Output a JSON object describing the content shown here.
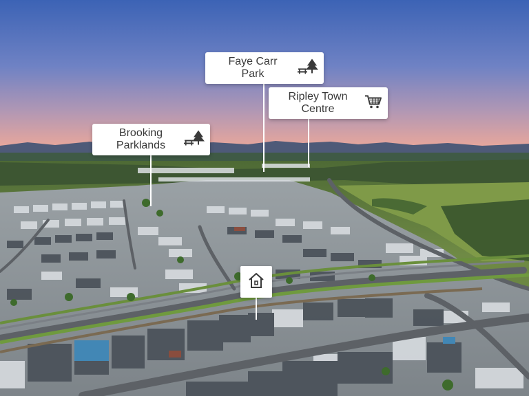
{
  "photo": {
    "colors": {
      "sky_top": "#3c63b5",
      "sky_mid": "#8a8fbe",
      "sky_horizon": "#e3a49c",
      "hills": "#4d5a78",
      "grass": "#6f8f3c",
      "road": "#5b5e63",
      "roof_dark": "#4a5058",
      "roof_light": "#d9dcdf"
    }
  },
  "labels": {
    "faye_carr": {
      "line1": "Faye Carr",
      "line2": "Park",
      "icon": "park-tree-bench-icon"
    },
    "ripley": {
      "line1": "Ripley Town",
      "line2": "Centre",
      "icon": "shopping-cart-icon"
    },
    "brooking": {
      "line1": "Brooking",
      "line2": "Parklands",
      "icon": "park-tree-bench-icon"
    }
  },
  "home_marker": {
    "icon": "house-icon"
  }
}
